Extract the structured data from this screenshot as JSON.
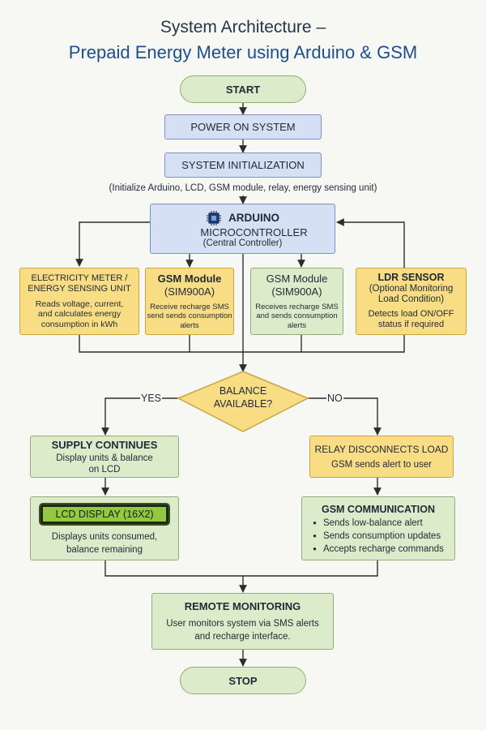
{
  "title": {
    "line1": "System Architecture –",
    "line2": "Prepaid Energy Meter using Arduino & GSM"
  },
  "start_label": "START",
  "power_on_label": "POWER ON SYSTEM",
  "init_label": "SYSTEM INITIALIZATION",
  "init_note": "(Initialize Arduino, LCD, GSM module, relay, energy sensing unit)",
  "arduino": {
    "title": "ARDUINO",
    "subtitle": "MICROCONTROLLER",
    "caption": "(Central Controller)",
    "icon": "microcontroller-chip-icon"
  },
  "modules": [
    {
      "title_line1": "ELECTRICITY METER /",
      "title_line2": "ENERGY SENSING UNIT",
      "desc_line1": "Reads voltage, current,",
      "desc_line2": "and calculates energy",
      "desc_line3": "consumption in kWh"
    },
    {
      "title_line1": "GSM Module",
      "title_line2": "(SIM900A)",
      "desc_line1": "Receive recharge SMS",
      "desc_line2": "send sends consumption",
      "desc_line3": "alerts"
    },
    {
      "title_line1": "GSM Module",
      "title_line2": "(SIM900A)",
      "desc_line1": "Receives recharge SMS",
      "desc_line2": "and sends consumption",
      "desc_line3": "alerts"
    },
    {
      "title_line1": "LDR SENSOR",
      "title_line2": "(Optional Monitoring",
      "title_line3": "Load Condition)",
      "desc_line1": "Detects load ON/OFF",
      "desc_line2": "status if required"
    }
  ],
  "decision": {
    "line1": "BALANCE",
    "line2": "AVAILABLE?",
    "yes_label": "YES",
    "no_label": "NO"
  },
  "supply": {
    "title": "SUPPLY CONTINUES",
    "desc_line1": "Display units & balance",
    "desc_line2": "on LCD"
  },
  "relay": {
    "title": "RELAY DISCONNECTS LOAD",
    "desc": "GSM sends alert to user"
  },
  "lcd": {
    "screen_label": "LCD DISPLAY (16X2)",
    "desc_line1": "Displays units consumed,",
    "desc_line2": "balance remaining"
  },
  "gsm_comm": {
    "title": "GSM COMMUNICATION",
    "points": [
      "Sends low-balance alert",
      "Sends consumption updates",
      "Accepts recharge commands"
    ]
  },
  "remote": {
    "title": "REMOTE MONITORING",
    "desc_line1": "User monitors system via SMS alerts",
    "desc_line2": "and recharge interface."
  },
  "stop_label": "STOP",
  "colors": {
    "terminal_green": "#dcebc9",
    "process_blue": "#d6e0f4",
    "module_yellow": "#f8dd84",
    "connector": "#2d2d2d"
  }
}
